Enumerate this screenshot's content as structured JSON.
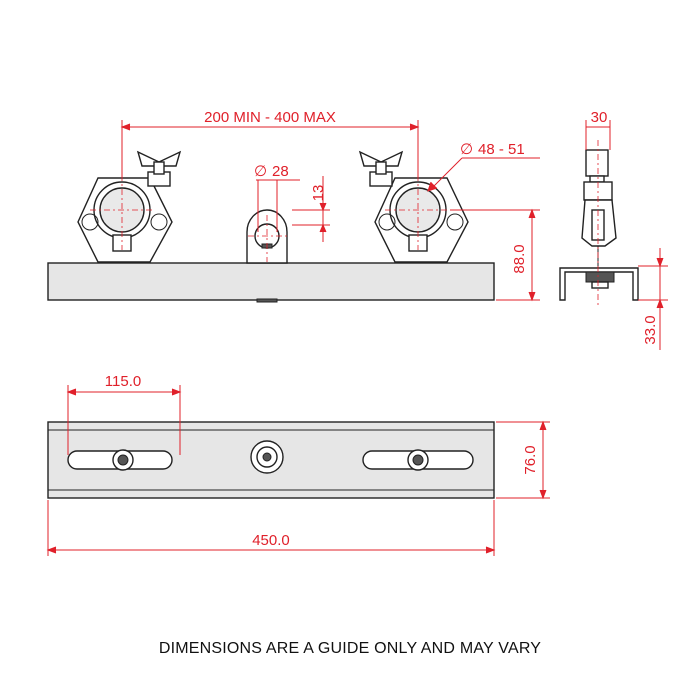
{
  "dimensions": {
    "clamp_spacing": "200 MIN - 400 MAX",
    "eye_diameter": "28",
    "eye_offset": "13",
    "tube_range": "48 - 51",
    "overall_height": "88.0",
    "side_width": "30",
    "side_base": "33.0",
    "slot_length": "115.0",
    "plate_width": "76.0",
    "plate_length": "450.0"
  },
  "symbols": {
    "diameter": "∅"
  },
  "footer": {
    "disclaimer": "DIMENSIONS ARE A GUIDE ONLY AND MAY VARY"
  },
  "colors": {
    "dimension": "#e0202a",
    "outline": "#222222"
  }
}
